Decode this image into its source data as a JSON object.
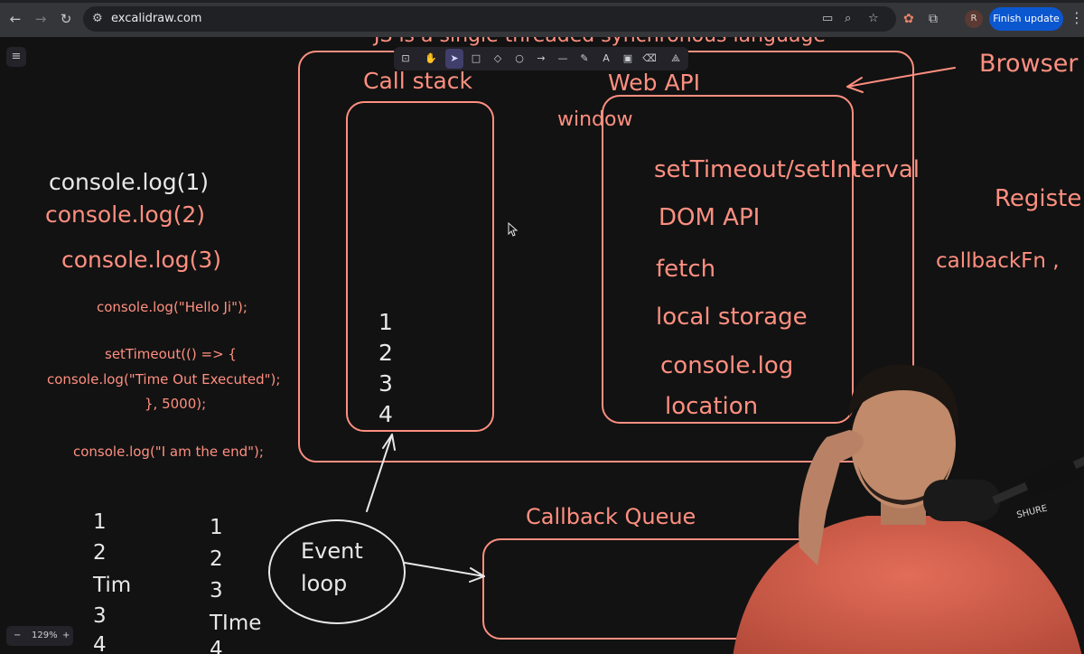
{
  "browser": {
    "url": "excalidraw.com",
    "finish_update_label": "Finish update",
    "profile_initial": "R"
  },
  "colors": {
    "stroke_salmon": "#ff8f80",
    "stroke_white": "#e8e8e8",
    "canvas_bg": "#121212",
    "update_button": "#0b57d0"
  },
  "excalidraw": {
    "zoom_level": "129%",
    "zoom_out_label": "−",
    "zoom_in_label": "+"
  },
  "canvas": {
    "title_partial": "JS is a single threaded synchronous language",
    "call_stack_label": "Call stack",
    "web_api_label": "Web API",
    "browser_label": "Browser",
    "window_label": "window",
    "web_api_items": [
      "setTimeout/setInterval",
      "DOM API",
      "fetch",
      "local storage",
      "console.log",
      "location"
    ],
    "register_partial": "Registe",
    "callback_partial": "callbackFn ,",
    "call_stack_items": [
      "1",
      "2",
      "3",
      "4"
    ],
    "console_lines": [
      "console.log(1)",
      "console.log(2)",
      "console.log(3)"
    ],
    "code_lines": [
      "console.log(\"Hello Ji\");",
      "setTimeout(() => {",
      "console.log(\"Time Out Executed\");",
      "}, 5000);",
      "console.log(\"I am the end\");"
    ],
    "output_col1": [
      "1",
      "2",
      "Tim",
      "3",
      "4"
    ],
    "output_col2": [
      "1",
      "2",
      "3",
      "TIme",
      "4"
    ],
    "event_loop_label": [
      "Event",
      "loop"
    ],
    "callback_queue_label": "Callback Queue"
  }
}
